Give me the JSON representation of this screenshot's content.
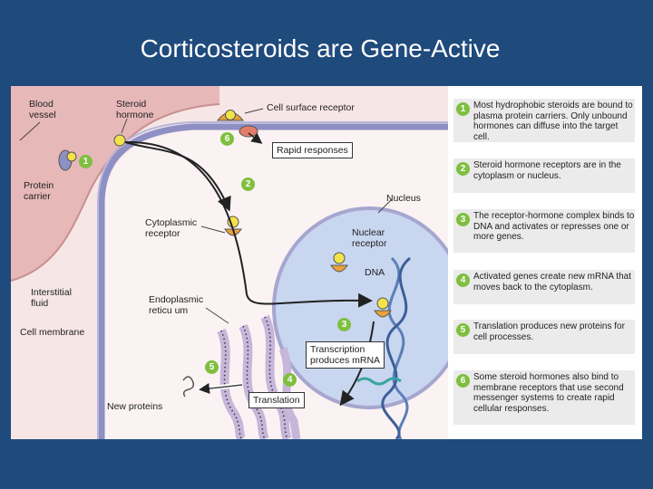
{
  "slide": {
    "title": "Corticosteroids are Gene-Active"
  },
  "labels": {
    "blood_vessel": "Blood\nvessel",
    "steroid_hormone": "Steroid\nhormone",
    "cell_surface_receptor": "Cell surface receptor",
    "rapid_responses": "Rapid responses",
    "protein_carrier": "Protein\ncarrier",
    "nucleus": "Nucleus",
    "cytoplasmic_receptor": "Cytoplasmic\nreceptor",
    "nuclear_receptor": "Nuclear\nreceptor",
    "dna": "DNA",
    "interstitial_fluid": "Interstitial\nfluid",
    "endoplasmic_reticulum": "Endoplasmic\nreticu um",
    "cell_membrane": "Cell membrane",
    "transcription": "Transcription\nproduces mRNA",
    "translation": "Translation",
    "new_proteins": "New proteins"
  },
  "badges": [
    "1",
    "2",
    "3",
    "4",
    "5",
    "6"
  ],
  "steps": [
    {
      "num": "1",
      "text": "Most hydrophobic steroids are bound to plasma protein carriers. Only unbound hormones can diffuse into the target cell."
    },
    {
      "num": "2",
      "text": "Steroid hormone receptors are in the cytoplasm or nucleus."
    },
    {
      "num": "3",
      "text": "The receptor-hormone complex binds to DNA and activates or represses one or more genes."
    },
    {
      "num": "4",
      "text": "Activated genes create new mRNA that moves back to the cytoplasm."
    },
    {
      "num": "5",
      "text": "Translation produces new proteins for cell processes."
    },
    {
      "num": "6",
      "text": "Some steroid hormones also bind to membrane receptors that use second messenger systems to create rapid cellular responses."
    }
  ],
  "colors": {
    "background": "#1f4a7c",
    "blood_vessel": "#e7b8b8",
    "cytoplasm": "#f6e6e6",
    "membrane": "#8e8fc4",
    "nucleus": "#c8d6f0",
    "hormone": "#f3e34a",
    "receptor": "#e8a23a",
    "badge": "#7fbf3f",
    "er": "#c7b6da"
  }
}
